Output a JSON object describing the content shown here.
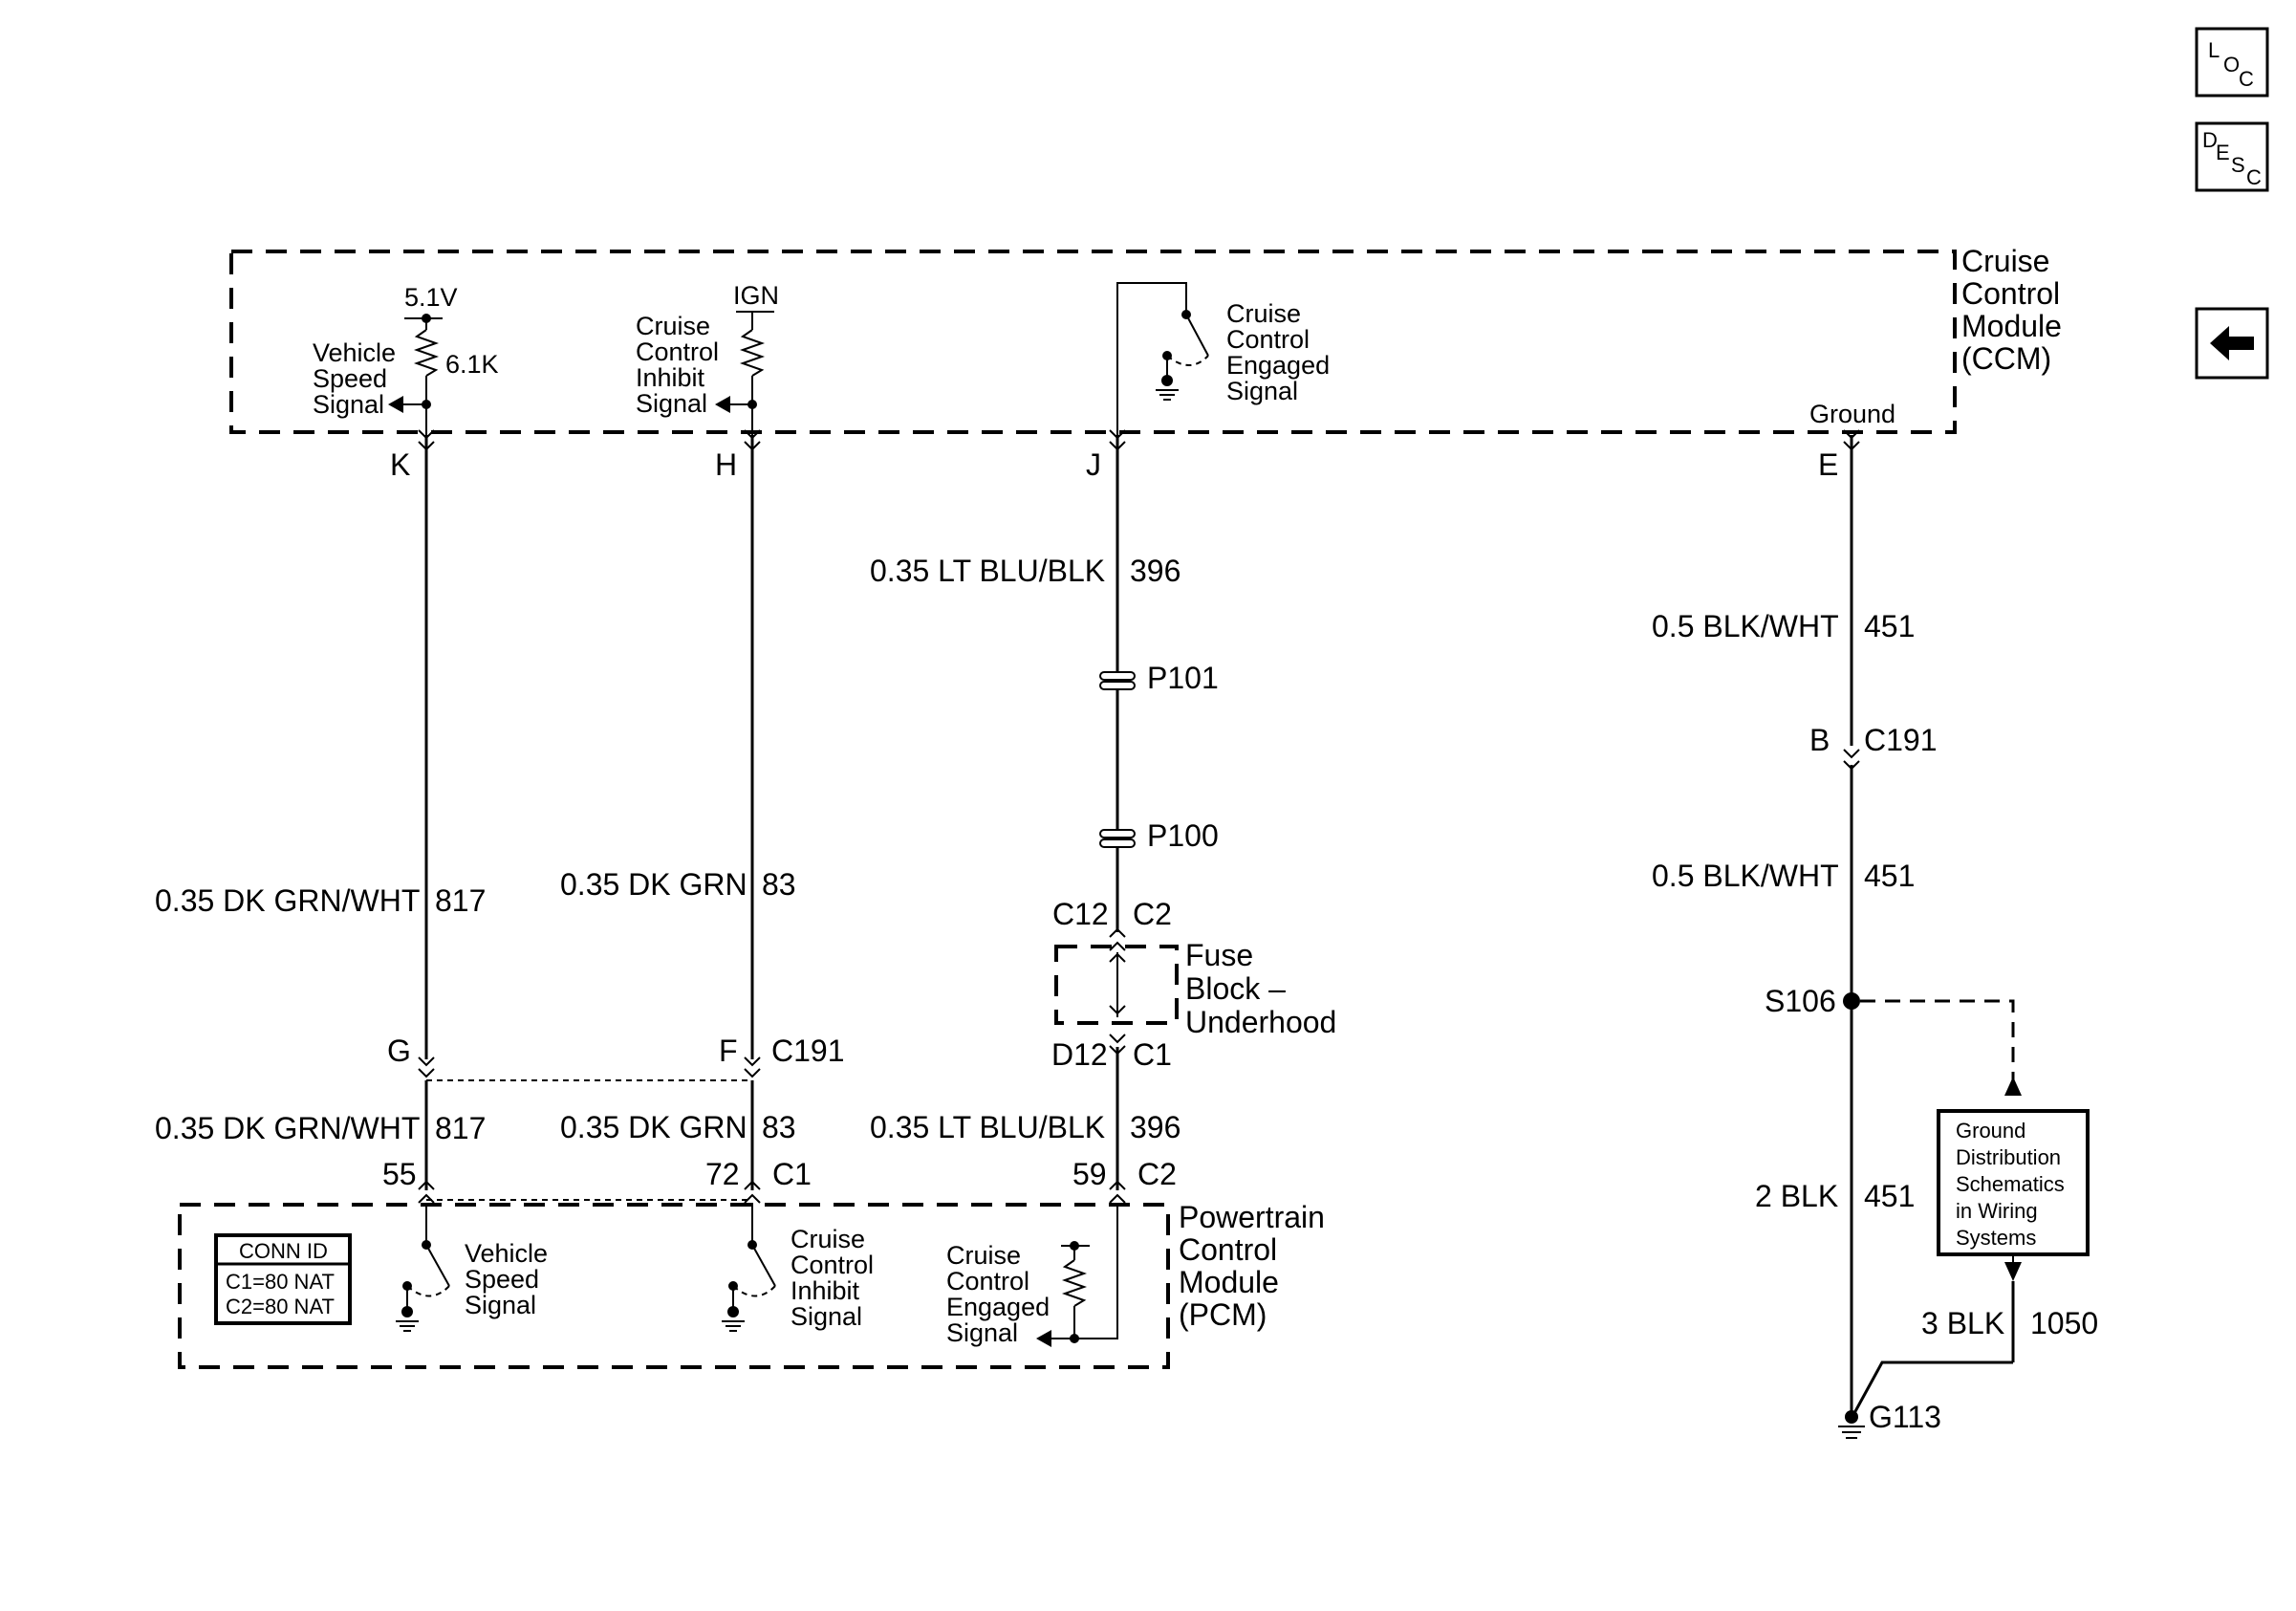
{
  "nav": {
    "loc": {
      "l": "L",
      "o": "O",
      "c": "C"
    },
    "desc": {
      "d": "D",
      "e": "E",
      "s": "S",
      "c": "C"
    },
    "back_icon": "left-arrow-icon"
  },
  "ccm": {
    "name_lines": [
      "Cruise",
      "Control",
      "Module",
      "(CCM)"
    ],
    "v51": "5.1V",
    "r61k": "6.1K",
    "vss_lines": [
      "Vehicle",
      "Speed",
      "Signal"
    ],
    "ign": "IGN",
    "inhibit_lines": [
      "Cruise",
      "Control",
      "Inhibit",
      "Signal"
    ],
    "engaged_lines": [
      "Cruise",
      "Control",
      "Engaged",
      "Signal"
    ],
    "ground": "Ground"
  },
  "pins": {
    "k": "K",
    "h": "H",
    "j": "J",
    "e": "E",
    "g": "G",
    "f": "F",
    "b": "B"
  },
  "wires": {
    "w817": "0.35 DK GRN/WHT",
    "n817": "817",
    "w83": "0.35 DK GRN",
    "n83": "83",
    "w396": "0.35 LT BLU/BLK",
    "n396": "396",
    "w451a": "0.5 BLK/WHT",
    "n451": "451",
    "w2blk": "2 BLK",
    "w3blk": "3 BLK",
    "n1050": "1050"
  },
  "connectors": {
    "p101": "P101",
    "p100": "P100",
    "c12": "C12",
    "c2": "C2",
    "d12": "D12",
    "c1": "C1",
    "c191": "C191",
    "s106": "S106",
    "g113": "G113"
  },
  "fuse_block_lines": [
    "Fuse",
    "Block –",
    "Underhood"
  ],
  "pcm": {
    "name_lines": [
      "Powertrain",
      "Control",
      "Module",
      "(PCM)"
    ],
    "pin55": "55",
    "pin72": "72",
    "pin59": "59",
    "vss_lines": [
      "Vehicle",
      "Speed",
      "Signal"
    ],
    "inhibit_lines": [
      "Cruise",
      "Control",
      "Inhibit",
      "Signal"
    ],
    "engaged_lines": [
      "Cruise",
      "Control",
      "Engaged",
      "Signal"
    ],
    "conn_id": {
      "title": "CONN ID",
      "c1": "C1=80 NAT",
      "c2": "C2=80 NAT"
    }
  },
  "ground_dist_lines": [
    "Ground",
    "Distribution",
    "Schematics",
    "in Wiring",
    "Systems"
  ]
}
